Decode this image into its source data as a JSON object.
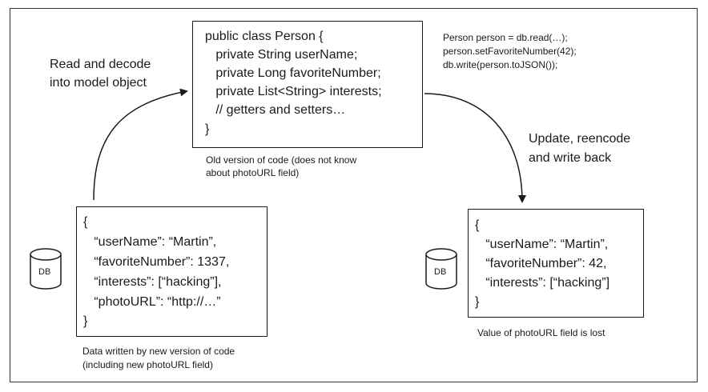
{
  "class_box": {
    "lines": [
      "public class Person {",
      "   private String userName;",
      "   private Long favoriteNumber;",
      "   private List<String> interests;",
      "   // getters and setters…",
      "}"
    ]
  },
  "old_code_caption": [
    "Old version of code (does not know",
    "about photoURL field)"
  ],
  "read_label": [
    "Read and decode",
    "into model object"
  ],
  "snippet": [
    "Person person = db.read(…);",
    "person.setFavoriteNumber(42);",
    "db.write(person.toJSON());"
  ],
  "update_label": [
    "Update, reencode",
    "and write back"
  ],
  "left_record": {
    "lines": [
      "{",
      "   “userName”: “Martin”,",
      "   “favoriteNumber”: 1337,",
      "   “interests”: [“hacking”],",
      "   “photoURL”: “http://…”",
      "}"
    ],
    "caption": [
      "Data written by new version of code",
      "(including new photoURL field)"
    ]
  },
  "right_record": {
    "lines": [
      "{",
      "   “userName”: “Martin”,",
      "   “favoriteNumber”: 42,",
      "   “interests”: [“hacking”]",
      "}"
    ],
    "caption": [
      "Value of photoURL field is lost"
    ]
  },
  "db_label": "DB"
}
